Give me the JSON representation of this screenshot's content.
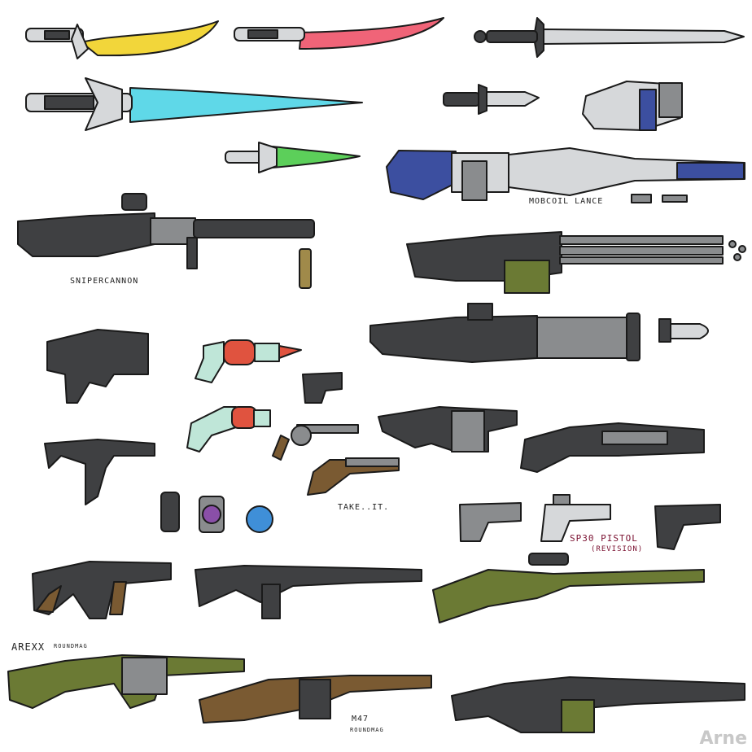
{
  "labels": {
    "recoil_lance": "MOBCOIL LANCE",
    "snipercannon": "SNIPERCANNON",
    "take_it": "TAKE..IT.",
    "sp30_pistol": "SP30 PISTOL",
    "sp30_revision": "(REVISION)",
    "arexx": "AREXX",
    "arexx_sub": "ROUNDMAG",
    "m47": "M47",
    "m47_sub": "ROUNDMAG"
  },
  "signature": "Arne",
  "colors": {
    "outline": "#1a1a1a",
    "dark_gray": "#3f4042",
    "mid_gray": "#8a8c8e",
    "light_gray": "#d6d8da",
    "yellow_blade": "#f2d63a",
    "pink_blade": "#f06478",
    "cyan_blade": "#5fd8e8",
    "green_blade": "#5ccf5a",
    "navy": "#3c4fa0",
    "olive": "#6b7a34",
    "wood": "#7a5a32",
    "red_tank": "#e0533f",
    "mint": "#bfe6d8",
    "purple_label": "#8a4fa8",
    "blue_grenade": "#3f8fd8"
  }
}
